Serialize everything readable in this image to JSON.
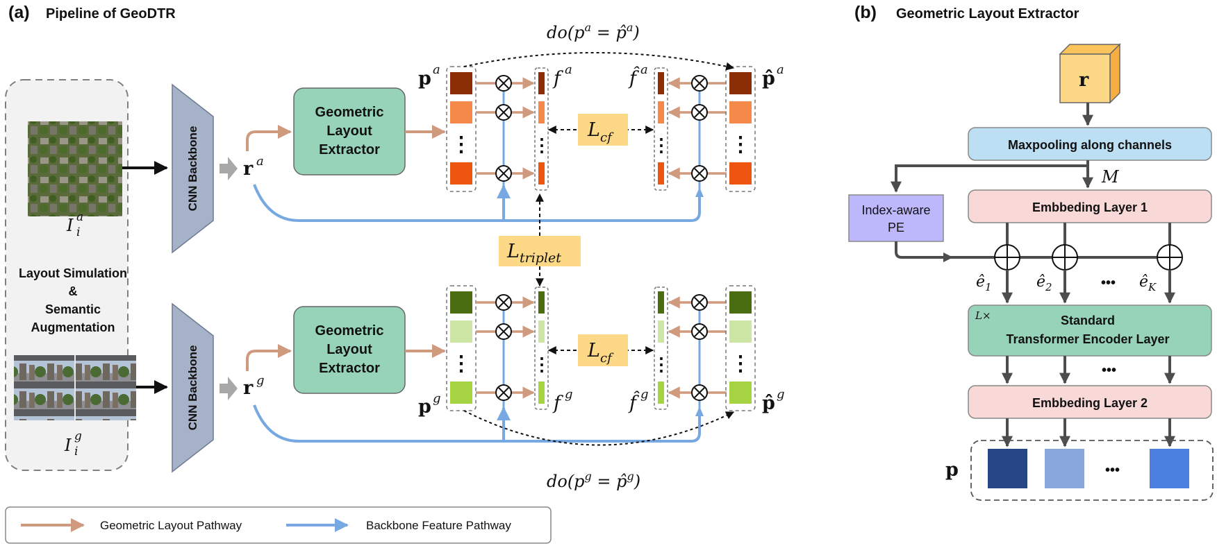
{
  "panel_a": {
    "label": "(a)",
    "title": "Pipeline of GeoDTR",
    "input_box": {
      "aerial_label": "I",
      "aerial_sup": "a",
      "aerial_sub": "i",
      "ground_label": "I",
      "ground_sup": "g",
      "ground_sub": "i",
      "simulation_text": [
        "Layout Simulation",
        "&",
        "Semantic",
        "Augmentation"
      ]
    },
    "backbone_label": "CNN Backbone",
    "gle_label": [
      "Geometric",
      "Layout",
      "Extractor"
    ],
    "r_aerial": "r",
    "r_aerial_sup": "a",
    "r_ground": "r",
    "r_ground_sup": "g",
    "p_aerial": "p",
    "p_aerial_sup": "a",
    "p_ground": "p",
    "p_ground_sup": "g",
    "f_aerial": "f",
    "f_aerial_sup": "a",
    "f_ground": "f",
    "f_ground_sup": "g",
    "fhat_aerial": "f̂",
    "fhat_aerial_sup": "a",
    "fhat_ground": "f̂",
    "fhat_ground_sup": "g",
    "phat_aerial": "p̂",
    "phat_aerial_sup": "a",
    "phat_ground": "p̂",
    "phat_ground_sup": "g",
    "do_aerial": "do(p",
    "do_aerial_sup1": "a",
    "do_aerial_mid": " = p̂",
    "do_aerial_sup2": "a",
    "do_aerial_end": ")",
    "do_ground": "do(p",
    "do_ground_sup1": "g",
    "do_ground_mid": " = p̂",
    "do_ground_sup2": "g",
    "do_ground_end": ")",
    "loss_cf": "L",
    "loss_cf_sub": "cf",
    "loss_triplet": "L",
    "loss_triplet_sub": "triplet",
    "dots": "⋮"
  },
  "panel_b": {
    "label": "(b)",
    "title": "Geometric Layout Extractor",
    "r": "r",
    "maxpool": "Maxpooling along channels",
    "m_label": "M",
    "pe_label": [
      "Index-aware",
      "PE"
    ],
    "embed1": "Embbeding Layer 1",
    "e1": "ê",
    "e1_sub": "1",
    "e2": "ê",
    "e2_sub": "2",
    "ek": "ê",
    "ek_sub": "K",
    "dots_h": "•••",
    "lx": "L×",
    "transformer": [
      "Standard",
      "Transformer Encoder Layer"
    ],
    "embed2": "Embbeding Layer 2",
    "p": "p"
  },
  "legend": {
    "geometric": "Geometric Layout Pathway",
    "backbone": "Backbone Feature Pathway"
  },
  "colors": {
    "orange_arrow": "#d09a7e",
    "blue_arrow": "#78a8e2",
    "gle_fill": "#96d3b8",
    "backbone_fill": "#a6b2c8",
    "loss_fill": "#fdd886",
    "maxpool_fill": "#bddff4",
    "embed_fill": "#f9d8d8",
    "pe_fill": "#bdb7fb",
    "transformer_fill": "#96d3b8",
    "aerial_dark": "#8b2e05",
    "aerial_mid": "#f4894a",
    "aerial_bright": "#ee5510",
    "ground_dark": "#4a6d12",
    "ground_light": "#cde6a6",
    "ground_bright": "#a6d342",
    "p_dark": "#264685",
    "p_light": "#8aa7dc",
    "p_bright": "#4a7fe0",
    "cube_front": "#fdd886",
    "cube_side": "#f6ae43",
    "cube_top": "#fcc35b"
  }
}
